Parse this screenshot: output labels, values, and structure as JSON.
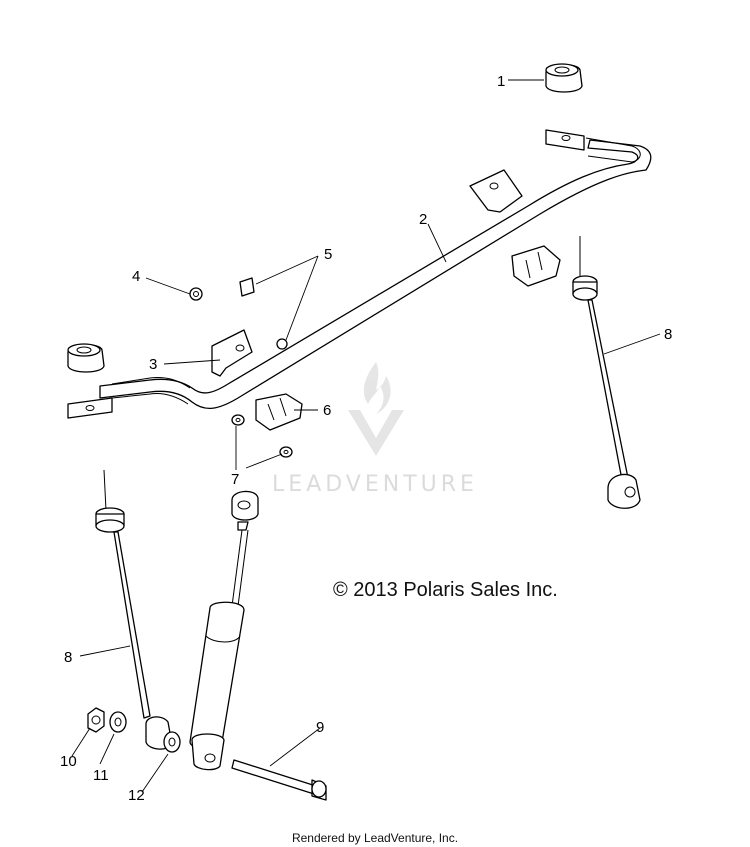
{
  "callouts": [
    {
      "id": "c1",
      "label": "1"
    },
    {
      "id": "c2",
      "label": "2"
    },
    {
      "id": "c3",
      "label": "3"
    },
    {
      "id": "c4",
      "label": "4"
    },
    {
      "id": "c5",
      "label": "5"
    },
    {
      "id": "c6",
      "label": "6"
    },
    {
      "id": "c7",
      "label": "7"
    },
    {
      "id": "c8a",
      "label": "8"
    },
    {
      "id": "c8b",
      "label": "8"
    },
    {
      "id": "c9",
      "label": "9"
    },
    {
      "id": "c10",
      "label": "10"
    },
    {
      "id": "c11",
      "label": "11"
    },
    {
      "id": "c12",
      "label": "12"
    }
  ],
  "copyright": "© 2013 Polaris Sales Inc.",
  "watermark": "LEADVENTURE",
  "footer": "Rendered by LeadVenture, Inc."
}
